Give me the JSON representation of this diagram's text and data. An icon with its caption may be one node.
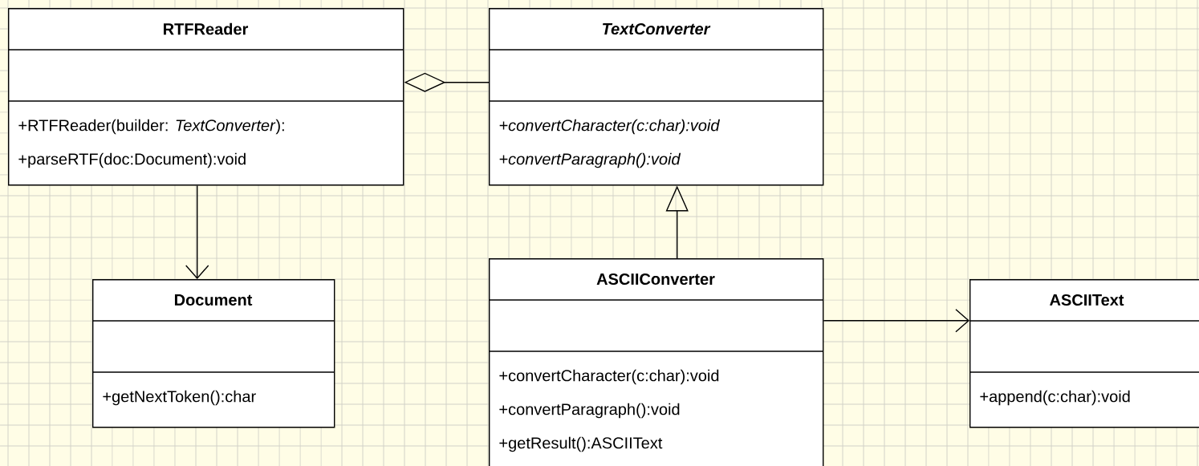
{
  "diagram": {
    "nodes": [
      {
        "text": [
          "RTFReader",
          "+RTFReader(builder: *TextConverter*):",
          "+parseRTF(doc:Document):void"
        ]
      },
      {
        "text": [
          "TextConverter",
          "+convertCharacter(c:char):void",
          "+convertParagraph():void"
        ]
      },
      {
        "text": [
          "Document",
          "+getNextToken():char"
        ]
      },
      {
        "text": [
          "ASCIIConverter",
          "+convertCharacter(c:char):void",
          "+convertParagraph():void",
          "+getResult():ASCIIText"
        ]
      },
      {
        "text": [
          "ASCIIText",
          "+append(c:char):void"
        ]
      }
    ],
    "edges": [
      {
        "from": 0,
        "to": 1,
        "arrow": "other"
      },
      {
        "from": 0,
        "to": 2,
        "arrow": "to"
      },
      {
        "from": 3,
        "to": 1,
        "arrow": "to"
      },
      {
        "from": 3,
        "to": 4,
        "arrow": "to"
      }
    ]
  }
}
